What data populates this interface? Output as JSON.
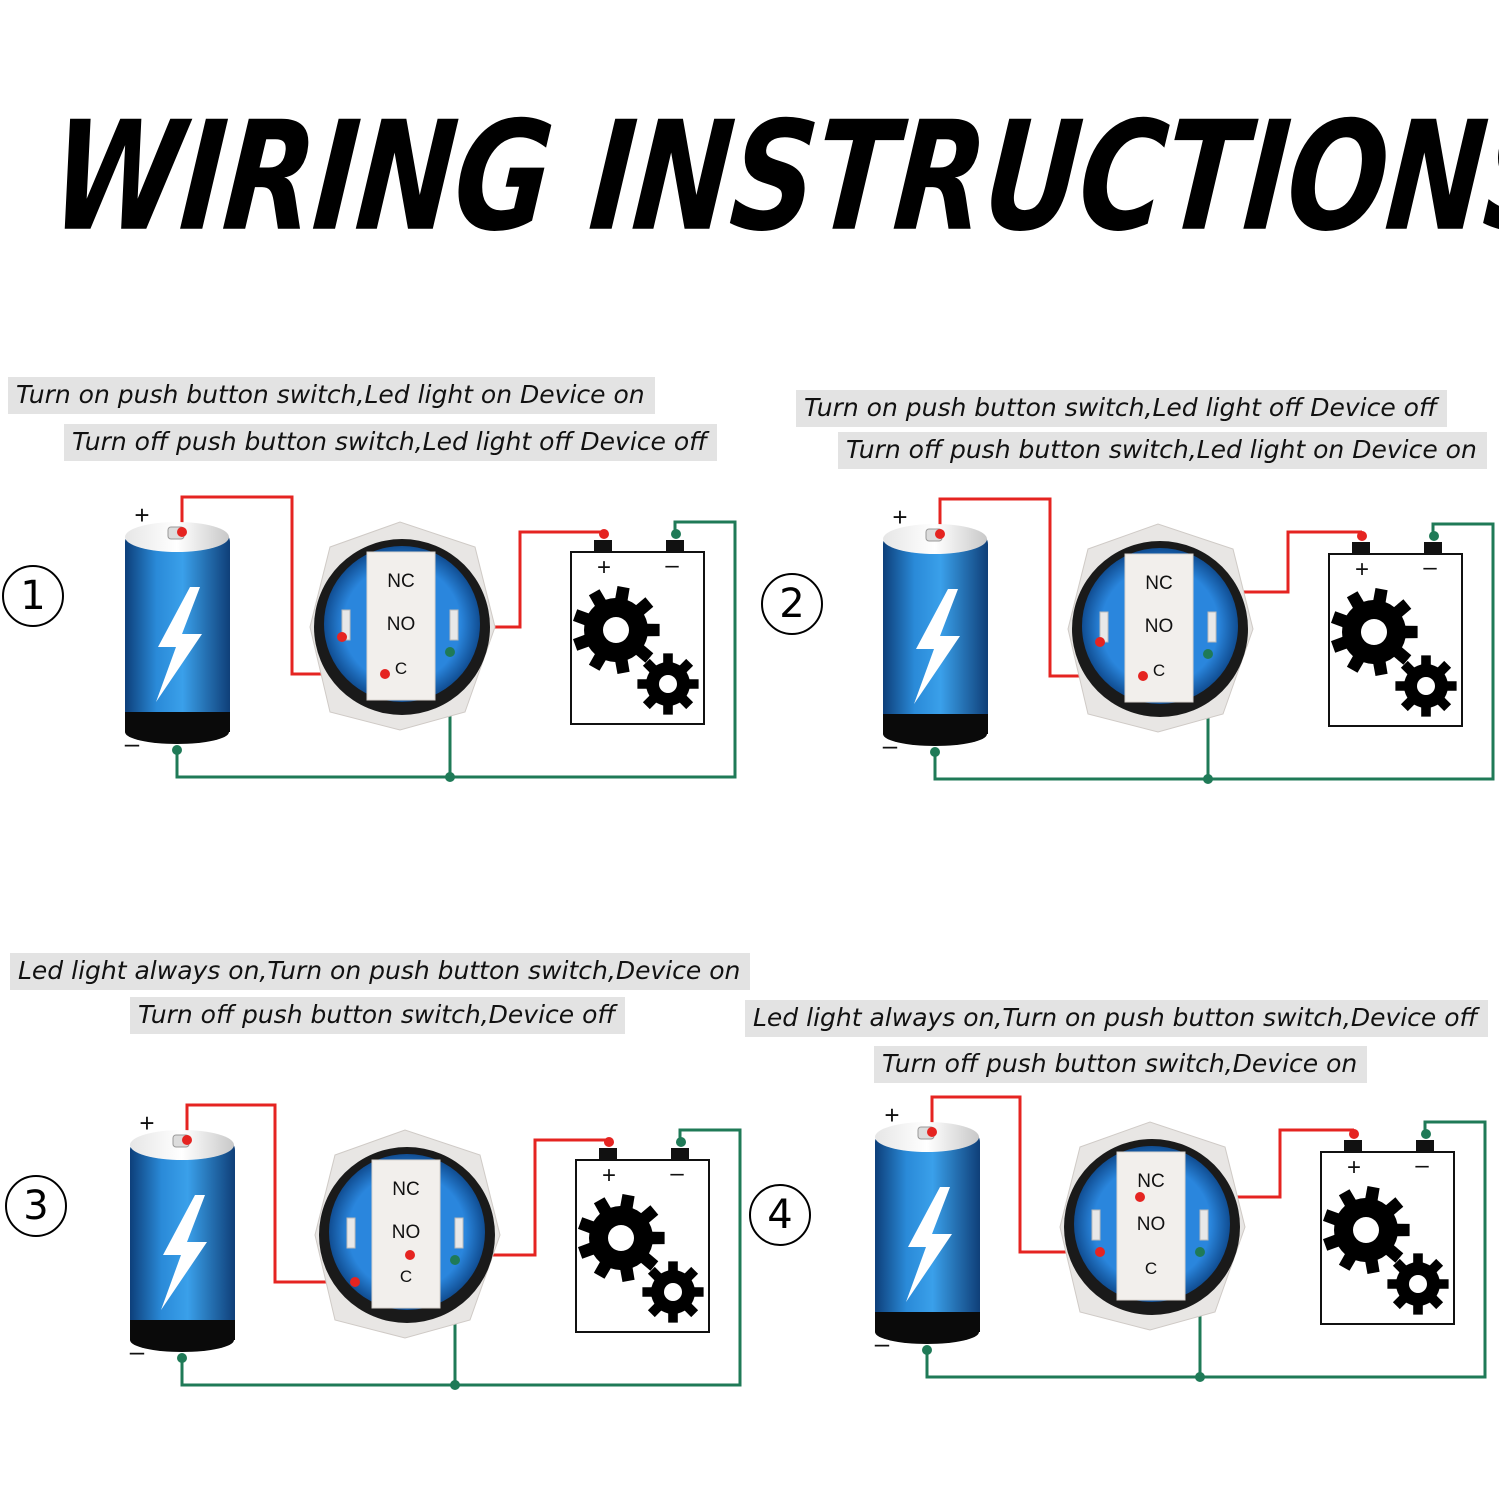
{
  "title": "WIRING INSTRUCTIONS",
  "colors": {
    "positive_wire": "#e52421",
    "negative_wire": "#1f7a57",
    "battery_blue": "#1f6fb8",
    "button_blue": "#1e73c8",
    "gear": "#000000"
  },
  "panels": [
    {
      "number": "1",
      "line1": "Turn on push button switch,Led light on Device on",
      "line2": "Turn off push button switch,Led light off Device off",
      "labels": {
        "plus": "+",
        "minus": "–",
        "nc": "NC",
        "no": "NO",
        "c": "C"
      }
    },
    {
      "number": "2",
      "line1": "Turn on push button switch,Led light off Device off",
      "line2": "Turn off push button switch,Led light on Device on",
      "labels": {
        "plus": "+",
        "minus": "–",
        "nc": "NC",
        "no": "NO",
        "c": "C"
      }
    },
    {
      "number": "3",
      "line1": "Led light always on,Turn on push button switch,Device on",
      "line2": "Turn off push button switch,Device off",
      "labels": {
        "plus": "+",
        "minus": "–",
        "nc": "NC",
        "no": "NO",
        "c": "C"
      }
    },
    {
      "number": "4",
      "line1": "Led light always on,Turn on push button switch,Device off",
      "line2": "Turn off push button switch,Device on",
      "labels": {
        "plus": "+",
        "minus": "–",
        "nc": "NC",
        "no": "NO",
        "c": "C"
      }
    }
  ]
}
